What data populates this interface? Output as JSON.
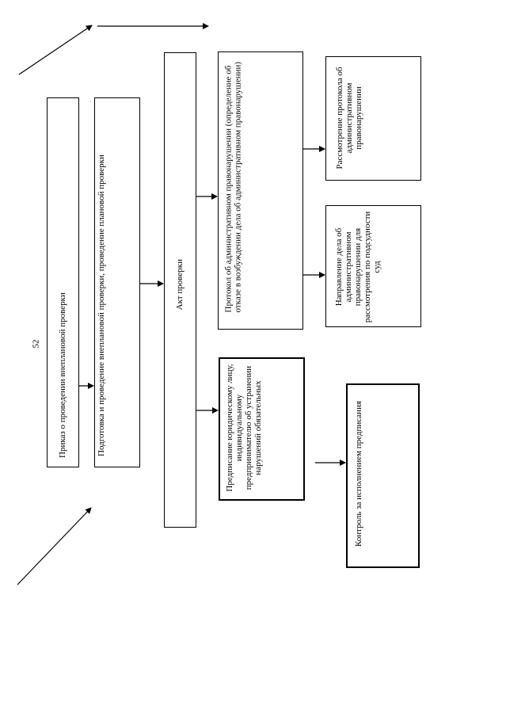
{
  "page_number": "52",
  "boxes": {
    "order": "Приказ о проведении внеплановой проверки",
    "preparation": "Подготовка и проведение внеплановой проверки, проведение плановой проверки",
    "act": "Акт проверки",
    "protocol": "Протокол об административном правонарушении (определение об отказе в возбуждении дела об административном правонарушении)",
    "review": "Рассмотрение протокола об административном правонарушении",
    "referral": "Направление дела об административном правонарушении для рассмотрения по подсудности суд",
    "prescription": "Предписание юридическому лицу, индивидуальному предпринимателю об устранении нарушений обязательных",
    "control": "Контроль за исполнением предписания"
  }
}
